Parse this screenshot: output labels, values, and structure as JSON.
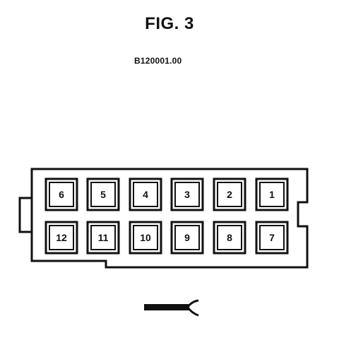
{
  "figure": {
    "title": "FIG. 3",
    "reference": "B120001.00"
  },
  "connector": {
    "top_row": [
      "6",
      "5",
      "4",
      "3",
      "2",
      "1"
    ],
    "bottom_row": [
      "12",
      "11",
      "10",
      "9",
      "8",
      "7"
    ]
  },
  "symbol": {
    "icon": "wire-terminal-icon"
  },
  "colors": {
    "line": "#111111",
    "background": "#ffffff"
  }
}
